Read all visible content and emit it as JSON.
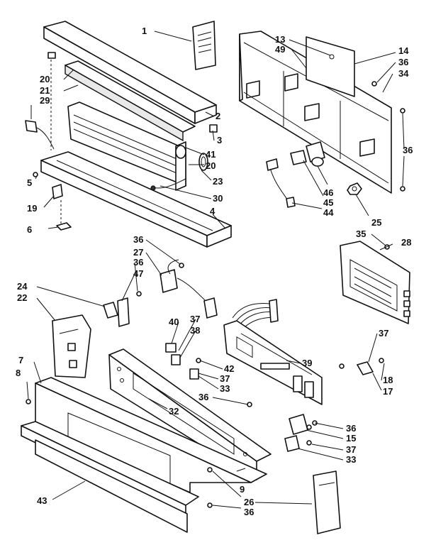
{
  "callouts": [
    {
      "id": "c1",
      "label": "1"
    },
    {
      "id": "c2",
      "label": "2"
    },
    {
      "id": "c3",
      "label": "3"
    },
    {
      "id": "c4",
      "label": "4"
    },
    {
      "id": "c5",
      "label": "5"
    },
    {
      "id": "c6",
      "label": "6"
    },
    {
      "id": "c7",
      "label": "7"
    },
    {
      "id": "c8",
      "label": "8"
    },
    {
      "id": "c9",
      "label": "9"
    },
    {
      "id": "c13",
      "label": "13"
    },
    {
      "id": "c49",
      "label": "49"
    },
    {
      "id": "c14",
      "label": "14"
    },
    {
      "id": "c36a",
      "label": "36"
    },
    {
      "id": "c34",
      "label": "34"
    },
    {
      "id": "c20a",
      "label": "20"
    },
    {
      "id": "c21",
      "label": "21"
    },
    {
      "id": "c29",
      "label": "29"
    },
    {
      "id": "c41",
      "label": "41"
    },
    {
      "id": "c20b",
      "label": "20"
    },
    {
      "id": "c23",
      "label": "23"
    },
    {
      "id": "c30",
      "label": "30"
    },
    {
      "id": "c19",
      "label": "19"
    },
    {
      "id": "c36b",
      "label": "36"
    },
    {
      "id": "c46",
      "label": "46"
    },
    {
      "id": "c45",
      "label": "45"
    },
    {
      "id": "c44",
      "label": "44"
    },
    {
      "id": "c25",
      "label": "25"
    },
    {
      "id": "c35",
      "label": "35"
    },
    {
      "id": "c28",
      "label": "28"
    },
    {
      "id": "c36c",
      "label": "36"
    },
    {
      "id": "c27",
      "label": "27"
    },
    {
      "id": "c36d",
      "label": "36"
    },
    {
      "id": "c47",
      "label": "47"
    },
    {
      "id": "c24",
      "label": "24"
    },
    {
      "id": "c22",
      "label": "22"
    },
    {
      "id": "c39",
      "label": "39"
    },
    {
      "id": "c37a",
      "label": "37"
    },
    {
      "id": "c40",
      "label": "40"
    },
    {
      "id": "c37b",
      "label": "37"
    },
    {
      "id": "c38",
      "label": "38"
    },
    {
      "id": "c18",
      "label": "18"
    },
    {
      "id": "c17",
      "label": "17"
    },
    {
      "id": "c42",
      "label": "42"
    },
    {
      "id": "c37c",
      "label": "37"
    },
    {
      "id": "c33a",
      "label": "33"
    },
    {
      "id": "c36e",
      "label": "36"
    },
    {
      "id": "c32",
      "label": "32"
    },
    {
      "id": "c36f",
      "label": "36"
    },
    {
      "id": "c15",
      "label": "15"
    },
    {
      "id": "c37d",
      "label": "37"
    },
    {
      "id": "c33b",
      "label": "33"
    },
    {
      "id": "c26",
      "label": "26"
    },
    {
      "id": "c36g",
      "label": "36"
    },
    {
      "id": "c43",
      "label": "43"
    }
  ]
}
